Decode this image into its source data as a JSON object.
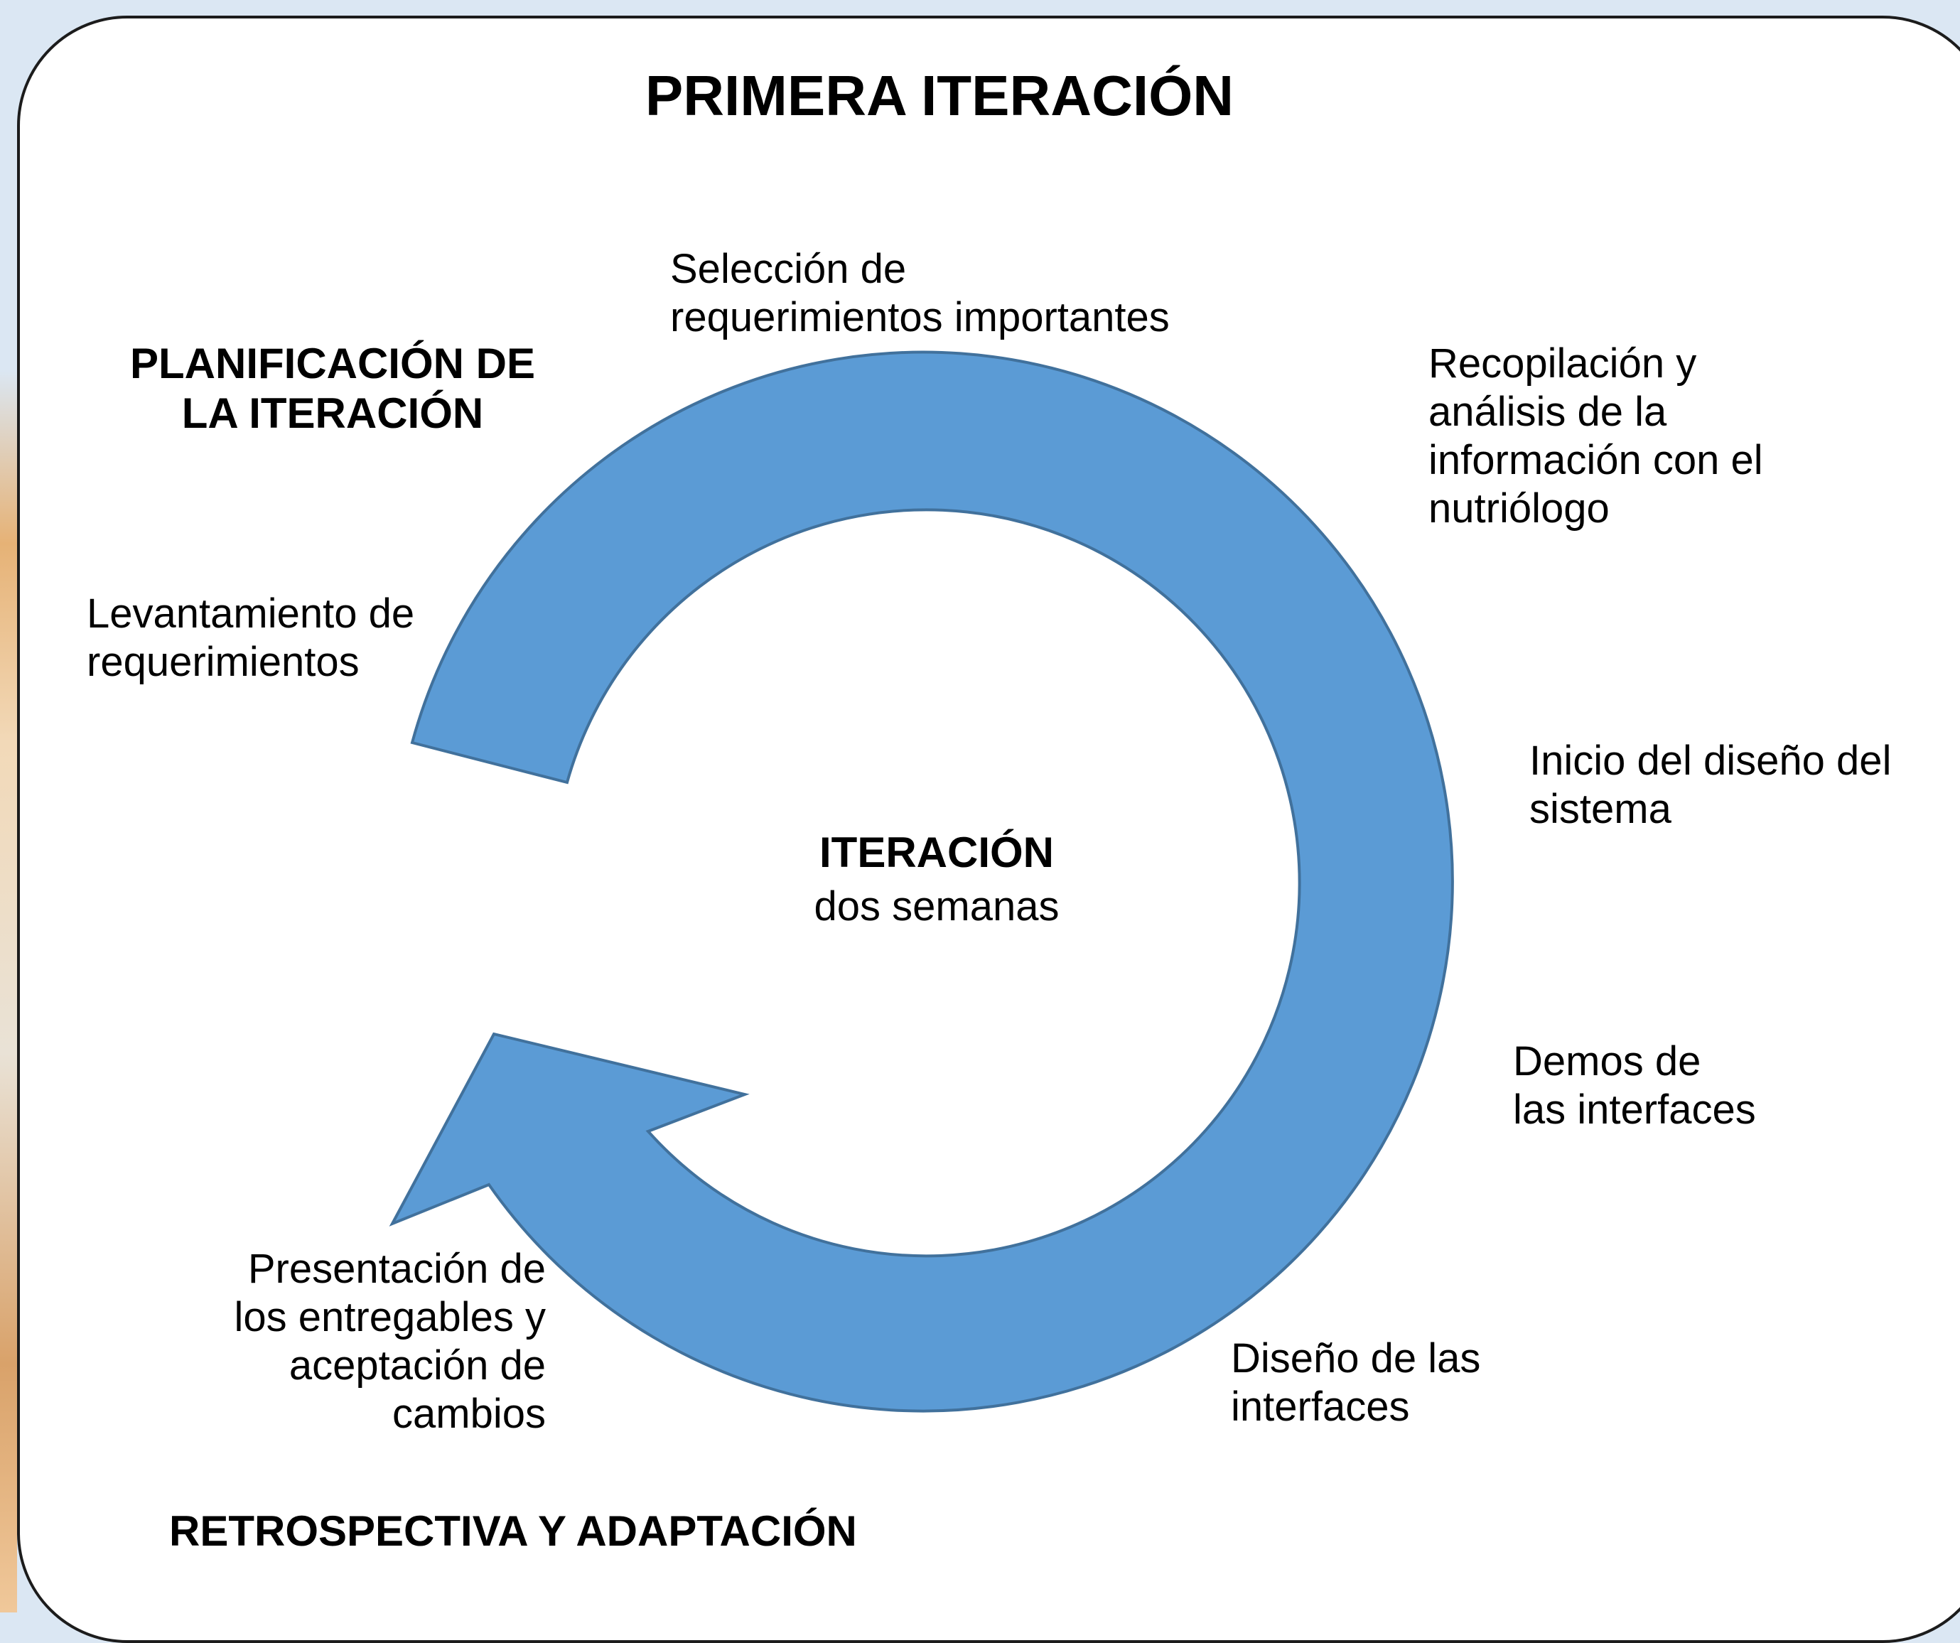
{
  "title": "PRIMERA ITERACIÓN",
  "phases": {
    "planning": "PLANIFICACIÓN DE\nLA ITERACIÓN",
    "retrospective": "RETROSPECTIVA Y ADAPTACIÓN"
  },
  "center": {
    "heading": "ITERACIÓN",
    "duration": "dos semanas"
  },
  "steps": [
    "Selección de\nrequerimientos importantes",
    "Recopilación y\nanálisis de la\ninformación con el\nnutriólogo",
    "Inicio del diseño del\nsistema",
    "Demos de\nlas interfaces",
    "Diseño de las\ninterfaces",
    "Presentación de\nlos entregables y\naceptación de\ncambios",
    "Levantamiento de\nrequerimientos"
  ],
  "colors": {
    "arrow_fill": "#5b9bd5",
    "arrow_stroke": "#41719c",
    "border": "#1c1c1c",
    "background": "#dbe7f3"
  }
}
